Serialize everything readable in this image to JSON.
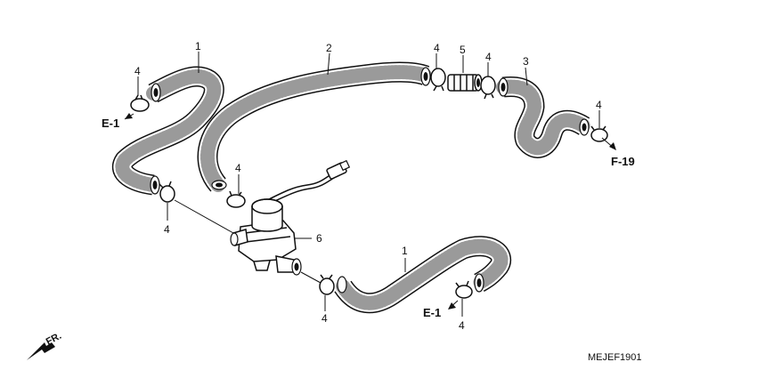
{
  "callouts": {
    "hose_1_top": "1",
    "hose_2": "2",
    "hose_3": "3",
    "clamp_4_top_left": "4",
    "clamp_4_left_mid": "4",
    "clamp_4_valve": "4",
    "clamp_4_top_center": "4",
    "joint_5": "5",
    "clamp_4_right_top": "4",
    "clamp_4_right": "4",
    "valve_6": "6",
    "hose_1_bottom": "1",
    "clamp_4_bottom_center": "4",
    "clamp_4_bottom_right": "4"
  },
  "references": {
    "e1_top": "E-1",
    "e1_bottom": "E-1",
    "f19": "F-19"
  },
  "front_marker": "FR.",
  "diagram_code": "MEJEF1901"
}
